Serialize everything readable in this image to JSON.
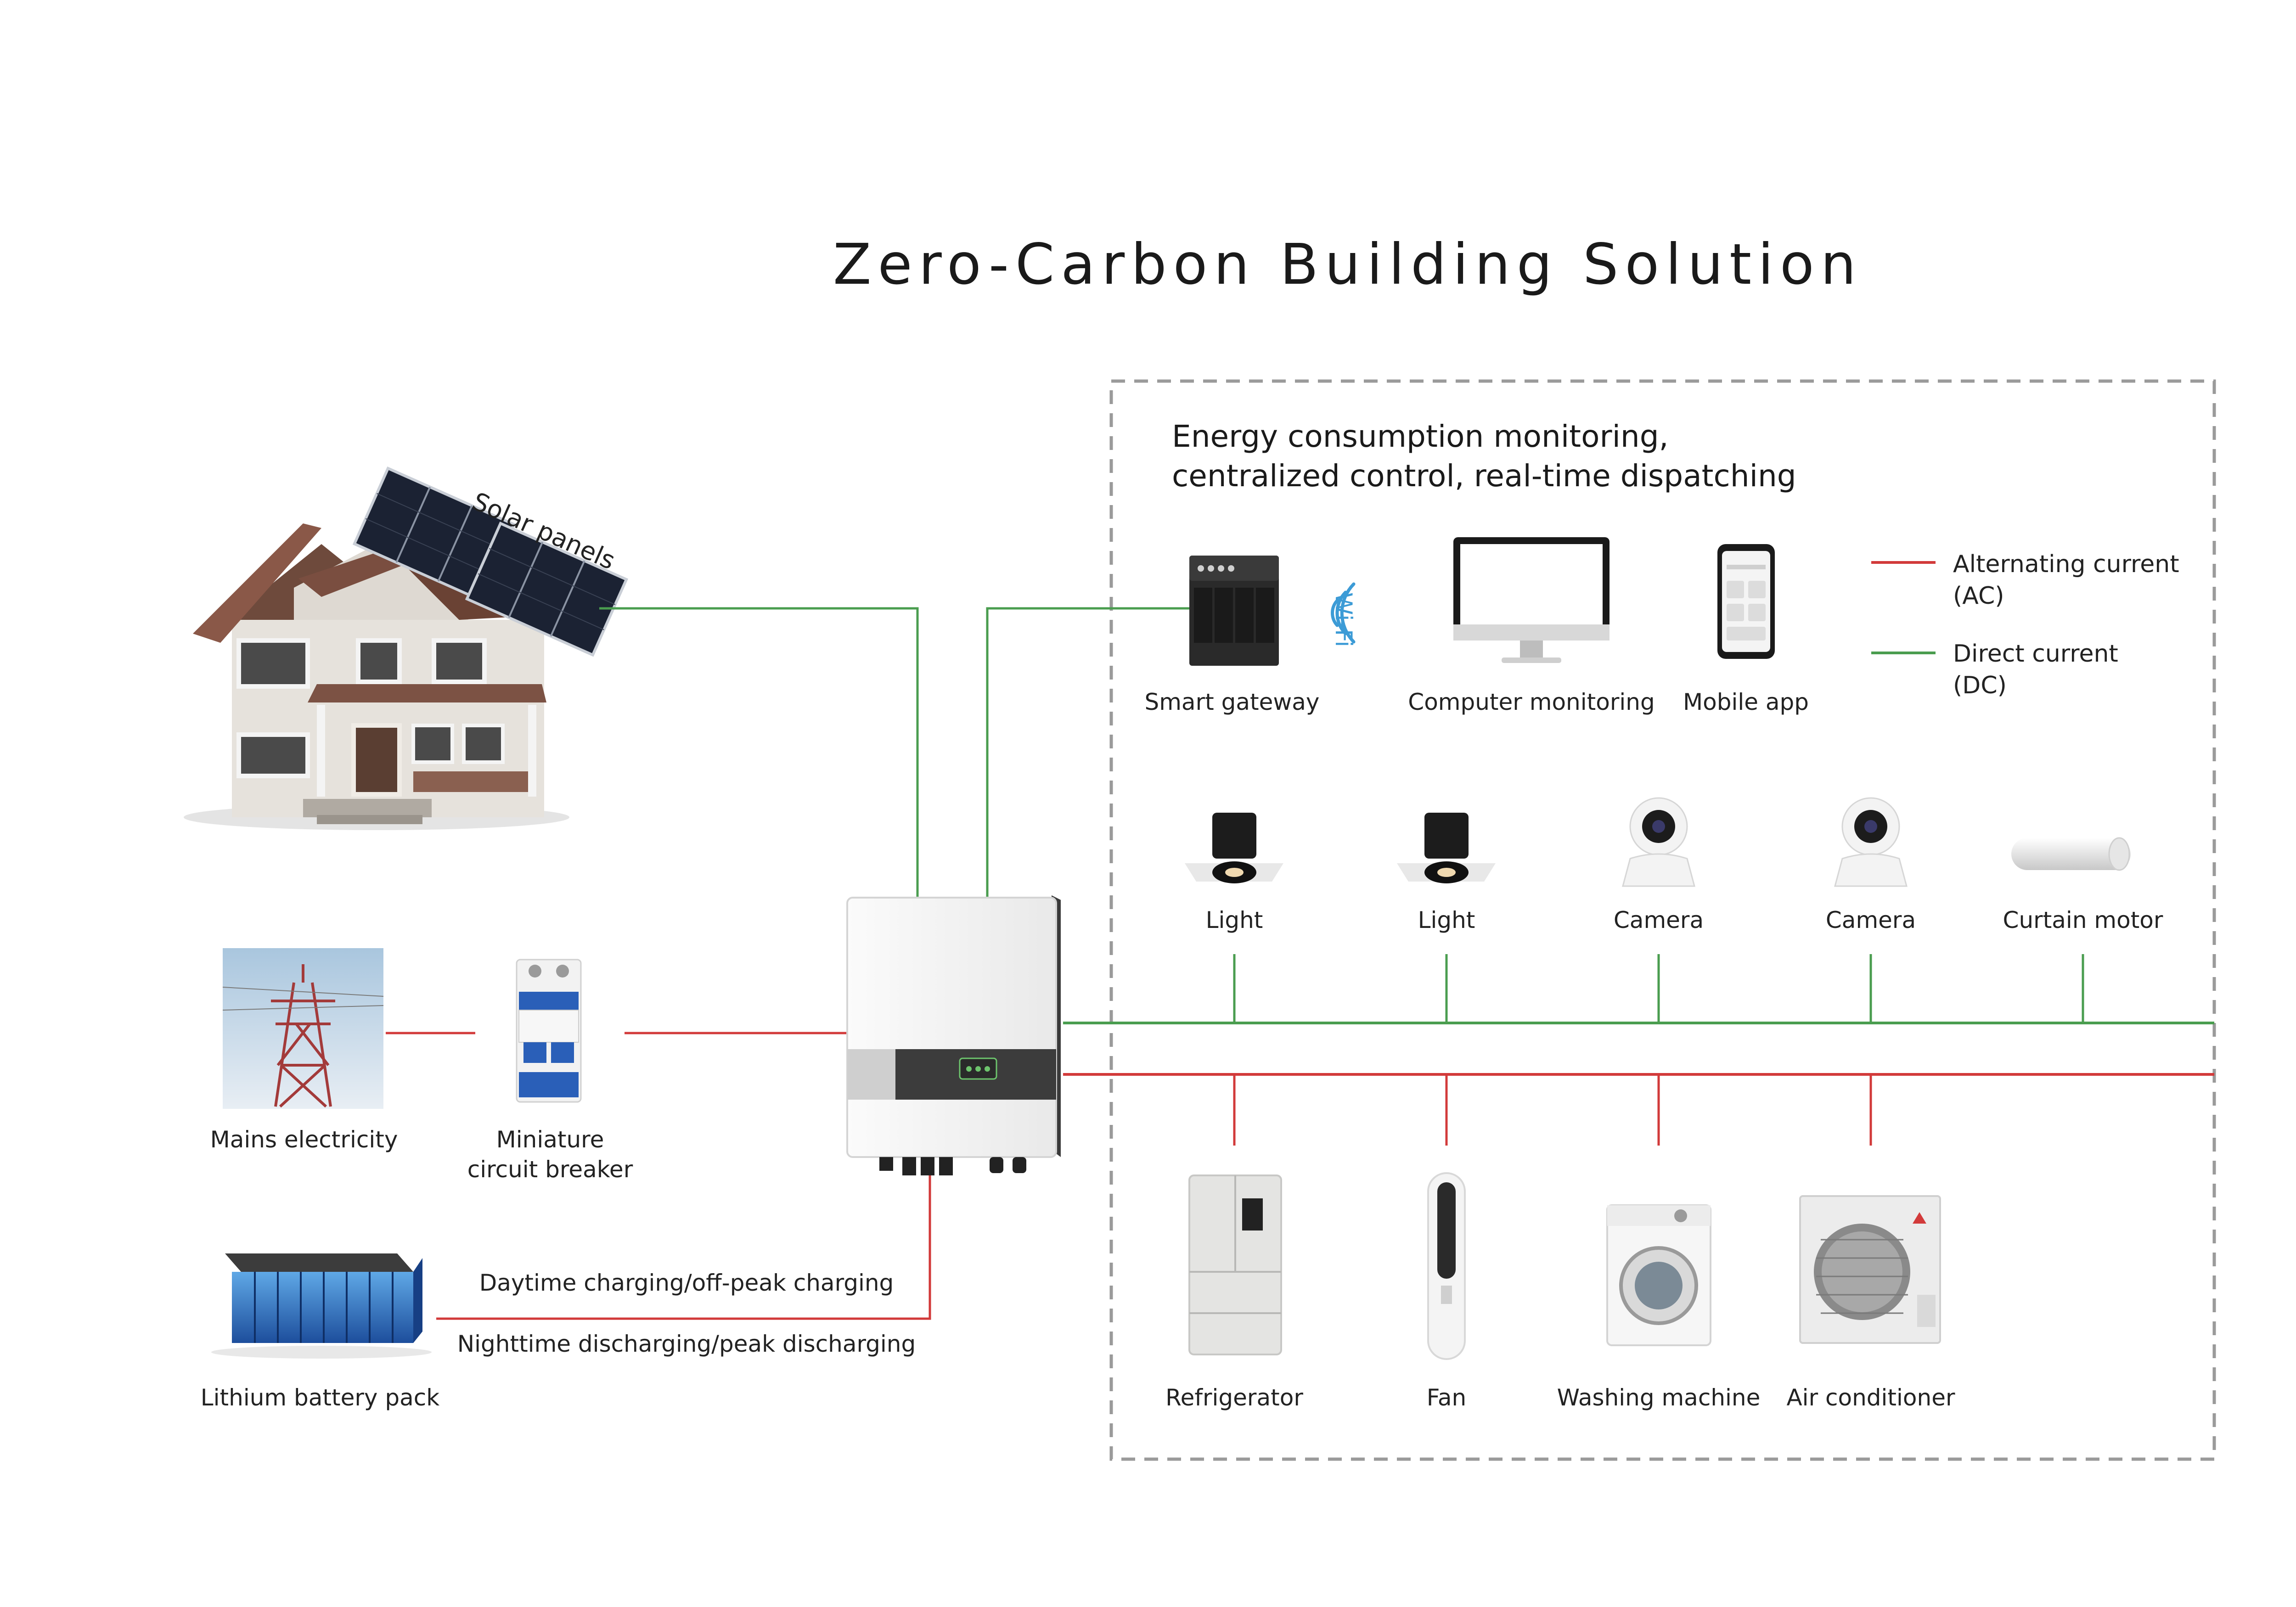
{
  "title": "Zero-Carbon Building Solution",
  "panel": {
    "heading_line1": "Energy consumption monitoring,",
    "heading_line2": "centralized control, real-time dispatching"
  },
  "legend": {
    "ac_label_line1": "Alternating current",
    "ac_label_line2": "(AC)",
    "dc_label_line1": "Direct current",
    "dc_label_line2": "(DC)",
    "ac_color": "#d23a3a",
    "dc_color": "#4a9d4f"
  },
  "solar": {
    "label": "Solar panels"
  },
  "control": {
    "gateway": "Smart gateway",
    "wifi": "Wi-Fi",
    "computer": "Computer monitoring",
    "mobile": "Mobile app"
  },
  "dc_devices": [
    "Light",
    "Light",
    "Camera",
    "Camera",
    "Curtain motor"
  ],
  "ac_devices": [
    "Refrigerator",
    "Fan",
    "Washing machine",
    "Air conditioner"
  ],
  "grid": {
    "mains_label": "Mains electricity",
    "breaker_line1": "Miniature",
    "breaker_line2": "circuit breaker"
  },
  "battery": {
    "label": "Lithium battery pack",
    "charge_label": "Daytime charging/off-peak charging",
    "discharge_label": "Nighttime discharging/peak discharging"
  }
}
